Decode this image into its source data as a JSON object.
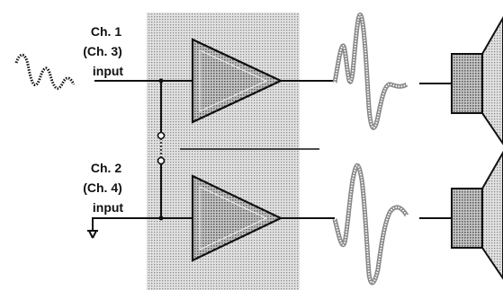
{
  "channel_top": {
    "line1": "Ch. 1",
    "line2": "(Ch. 3)",
    "line3": "input"
  },
  "channel_bottom": {
    "line1": "Ch. 2",
    "line2": "(Ch. 4)",
    "line3": "input"
  },
  "colors": {
    "panel_fill": "#d4d4d4",
    "stroke": "#111111",
    "speaker_fill": "#bdbdbd",
    "wave_fill": "#9a9a9a"
  },
  "icons": [
    "input-waveform-icon",
    "amplifier-triangle-icon",
    "output-waveform-icon",
    "speaker-icon",
    "ground-icon",
    "bridge-switch-icon"
  ]
}
